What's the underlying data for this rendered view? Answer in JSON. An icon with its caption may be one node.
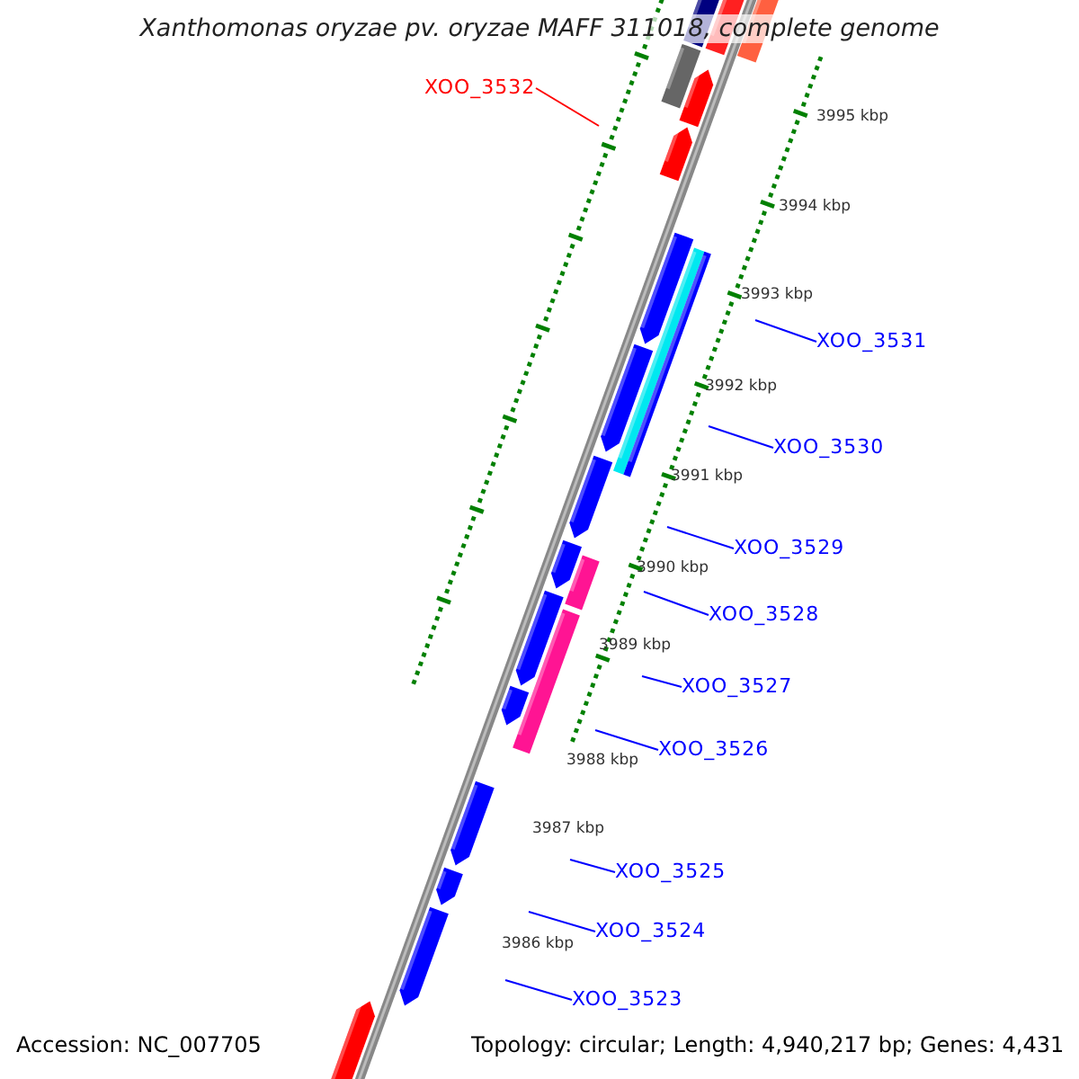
{
  "diagram": {
    "title": "Xanthomonas oryzae pv. oryzae MAFF 311018, complete genome",
    "nodes": [
      {
        "text": [
          "XOO_3532"
        ]
      },
      {
        "text": [
          "XOO_3531"
        ]
      },
      {
        "text": [
          "XOO_3530"
        ]
      },
      {
        "text": [
          "XOO_3529"
        ]
      },
      {
        "text": [
          "XOO_3528"
        ]
      },
      {
        "text": [
          "XOO_3527"
        ]
      },
      {
        "text": [
          "XOO_3526"
        ]
      },
      {
        "text": [
          "XOO_3525"
        ]
      },
      {
        "text": [
          "XOO_3524"
        ]
      },
      {
        "text": [
          "XOO_3523"
        ]
      }
    ],
    "edges": [
      {
        "from": 0,
        "to": null,
        "arrow": "none",
        "color": "#ff0000"
      },
      {
        "from": 1,
        "to": null,
        "arrow": "none"
      },
      {
        "from": 2,
        "to": null,
        "arrow": "none"
      },
      {
        "from": 3,
        "to": null,
        "arrow": "none"
      },
      {
        "from": 4,
        "to": null,
        "arrow": "none"
      },
      {
        "from": 5,
        "to": null,
        "arrow": "none"
      },
      {
        "from": 6,
        "to": null,
        "arrow": "none"
      },
      {
        "from": 7,
        "to": null,
        "arrow": "none"
      },
      {
        "from": 8,
        "to": null,
        "arrow": "none"
      },
      {
        "from": 9,
        "to": null,
        "arrow": "none"
      }
    ],
    "labels": [
      "3995 kbp",
      "3994 kbp",
      "3993 kbp",
      "3992 kbp",
      "3991 kbp",
      "3990 kbp",
      "3989 kbp",
      "3988 kbp",
      "3987 kbp",
      "3986 kbp",
      "Accession: NC_007705",
      "Topology: circular; Length: 4,940,217 bp; Genes: 4,431"
    ]
  }
}
